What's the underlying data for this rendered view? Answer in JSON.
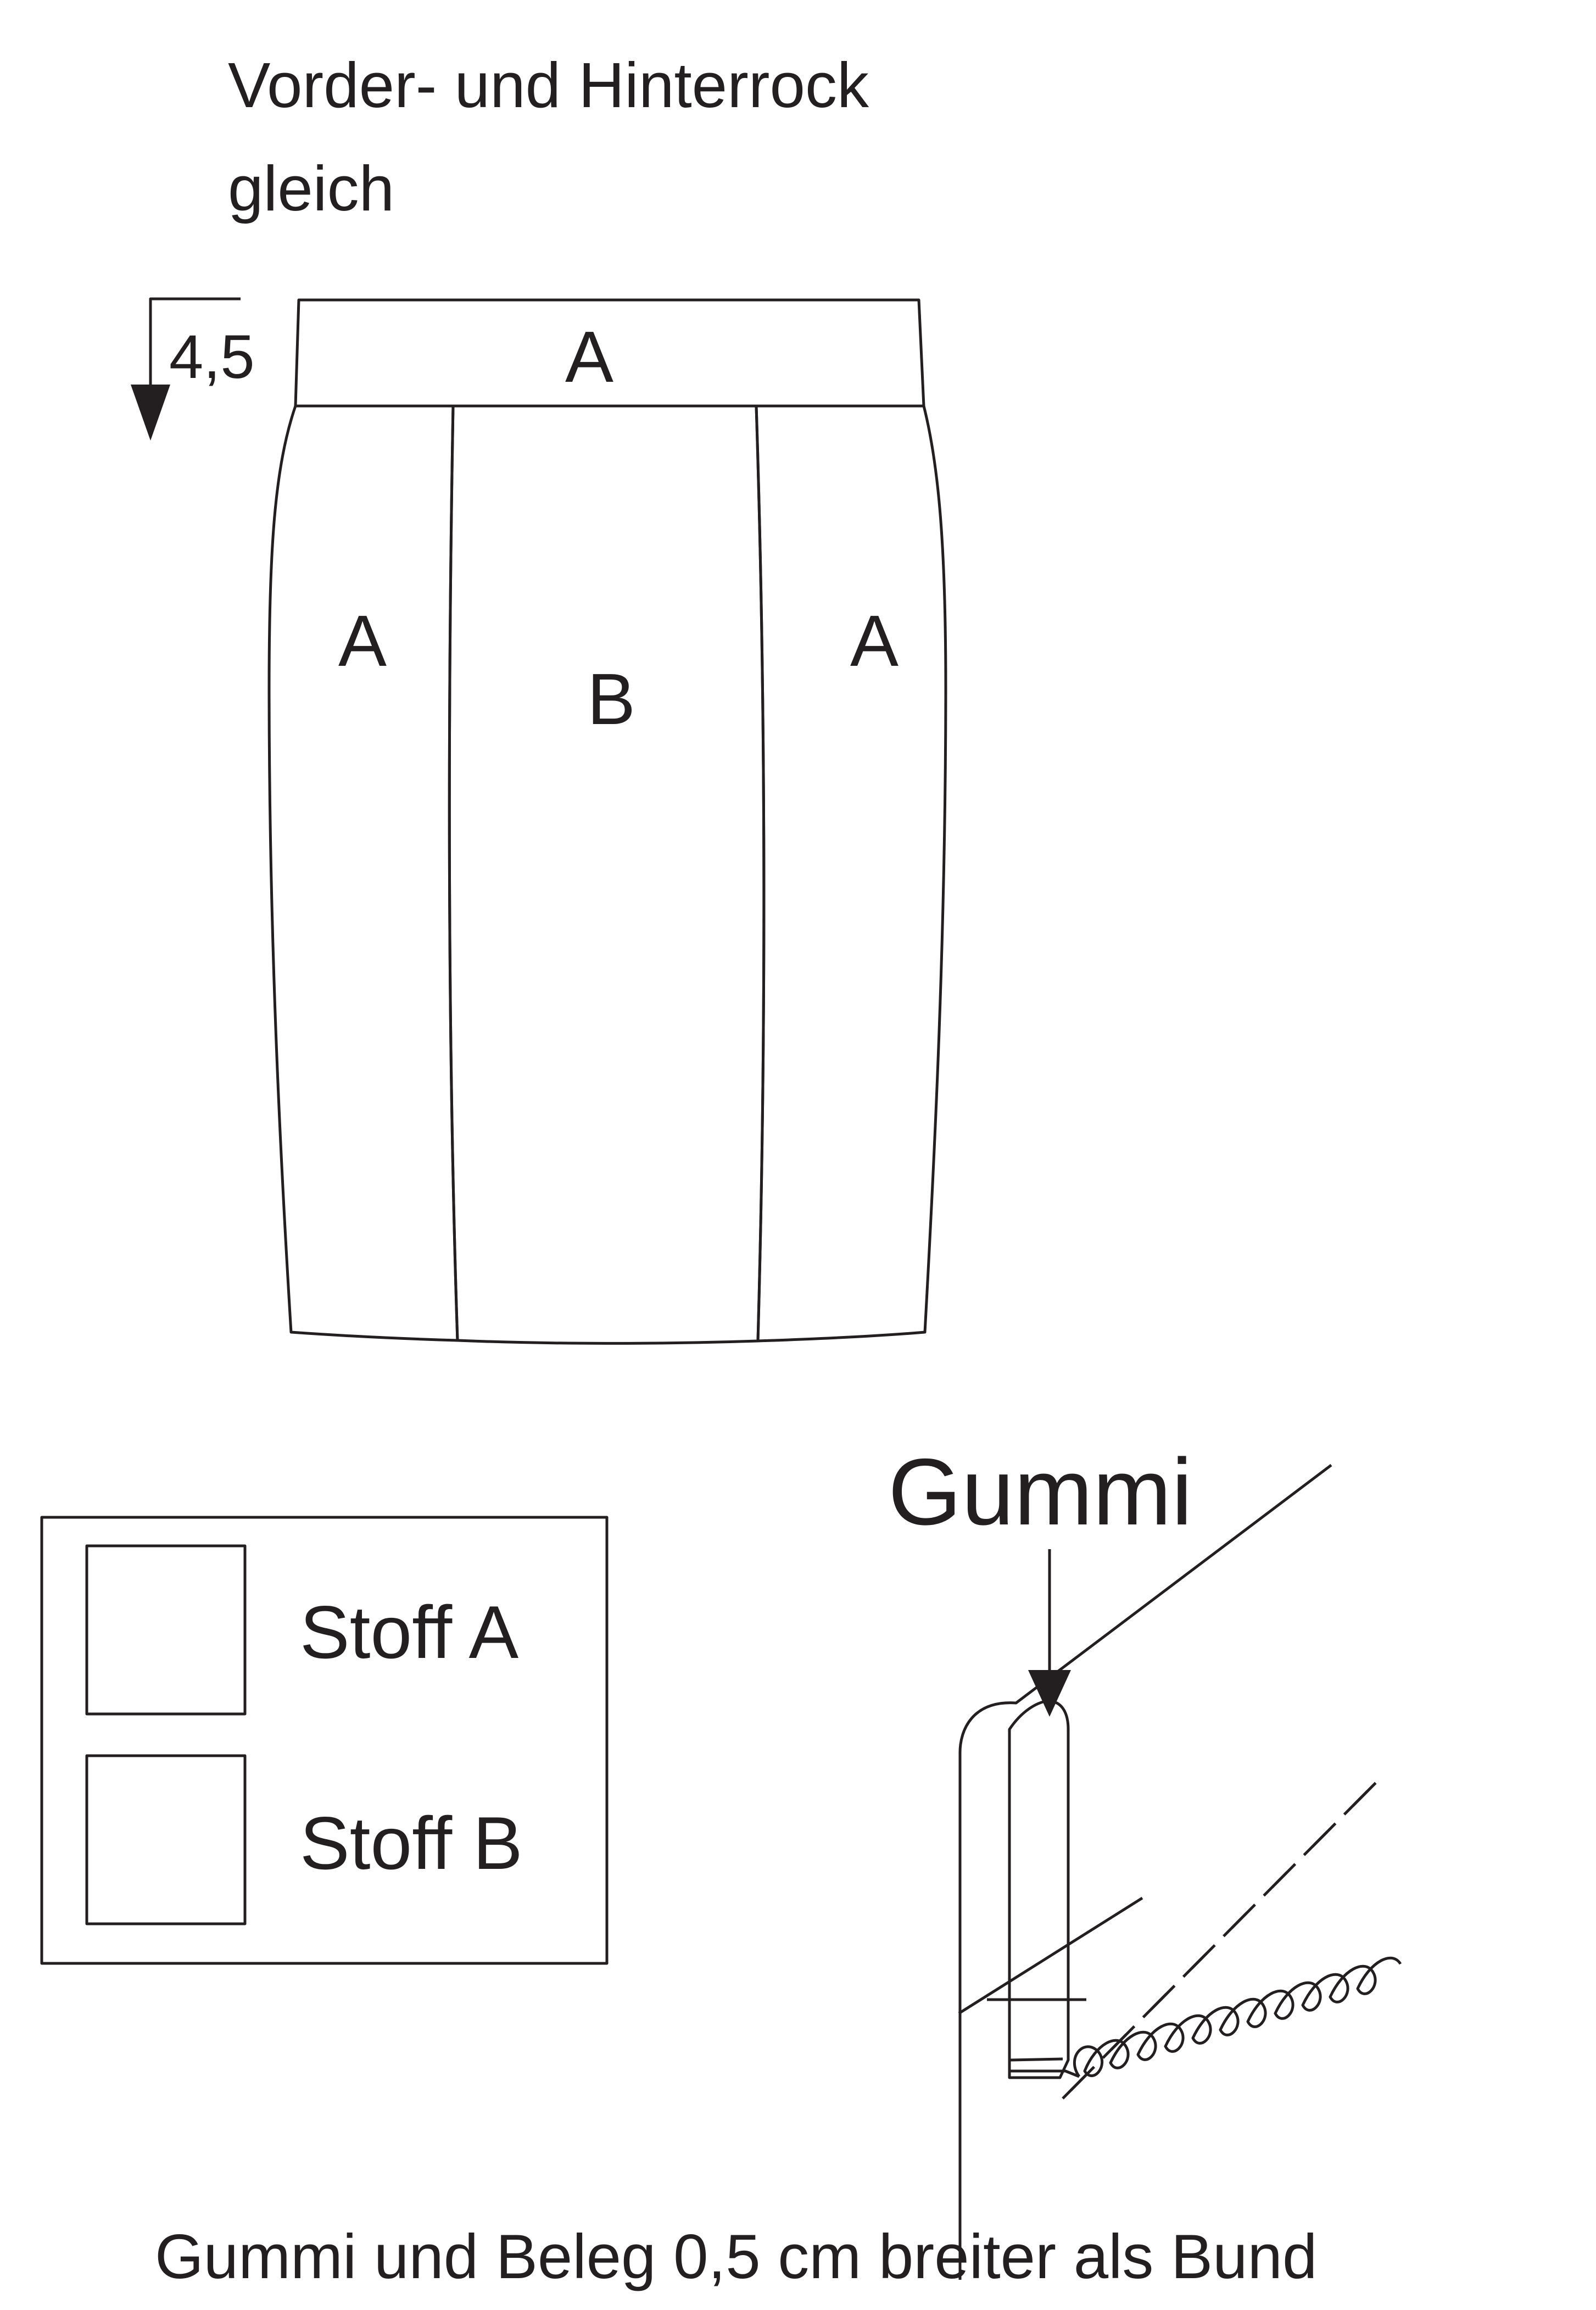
{
  "header": {
    "line1": "Vorder- und Hinterrock",
    "line2": "gleich"
  },
  "skirt": {
    "waistband_label": "A",
    "left_panel_label": "A",
    "center_panel_label": "B",
    "right_panel_label": "A",
    "waistband_height": "4,5"
  },
  "legend": {
    "items": [
      {
        "label": "Stoff A",
        "color": "#ffffff"
      },
      {
        "label": "Stoff B",
        "color": "#d7d6d7"
      }
    ]
  },
  "detail": {
    "title": "Gummi",
    "elastic_color": "#b1b1b1"
  },
  "footer": {
    "note": "Gummi und Beleg 0,5 cm breiter als Bund"
  }
}
